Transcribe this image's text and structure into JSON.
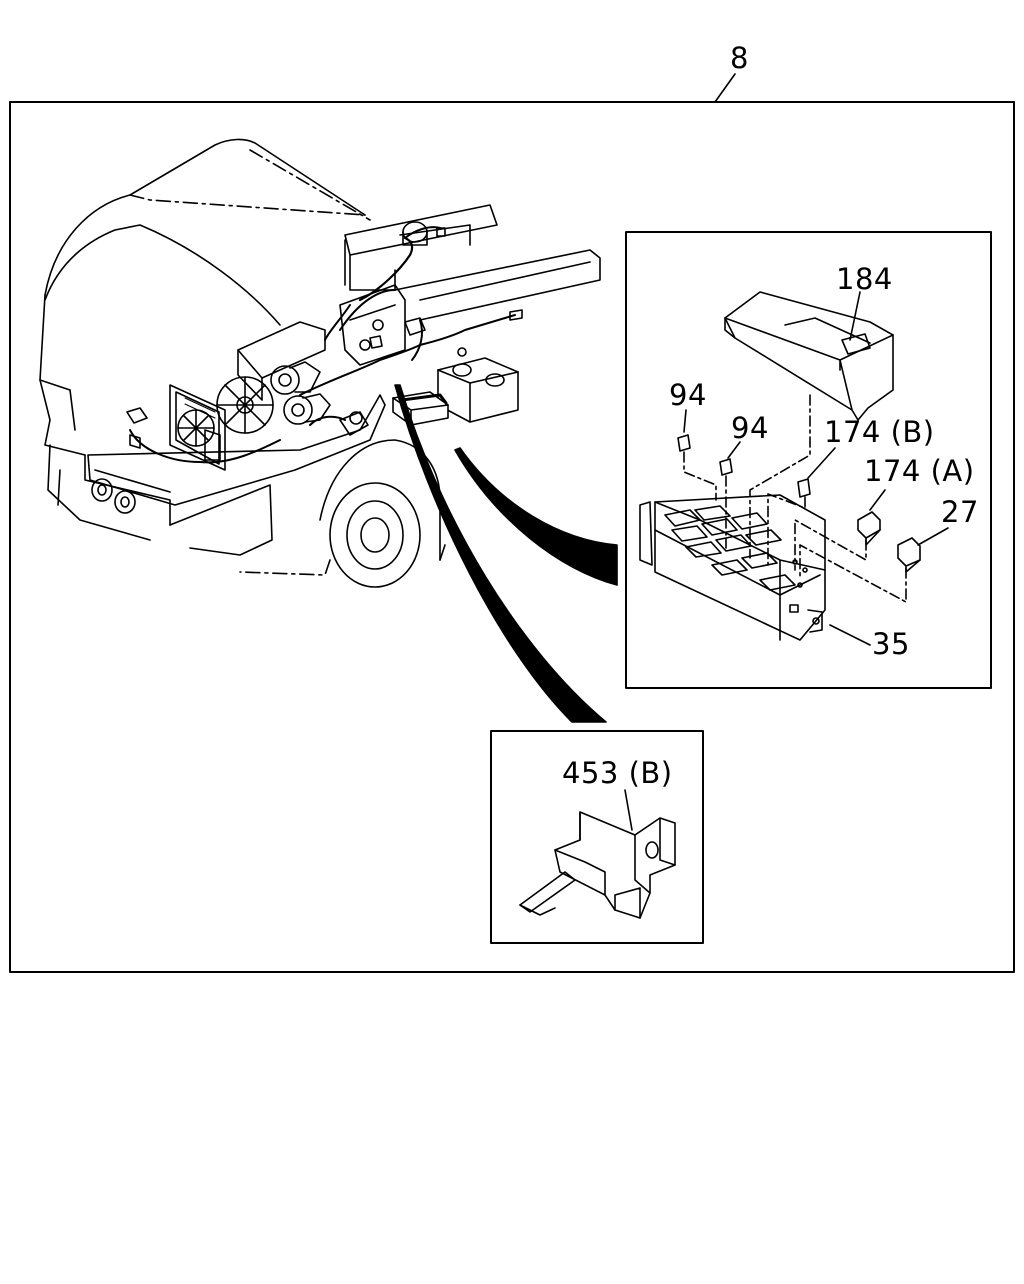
{
  "figure_number": "8",
  "callouts": {
    "cover": "184",
    "relay_small_1": "94",
    "relay_small_2": "94",
    "relay_b": "174 (B)",
    "relay_a": "174 (A)",
    "fuse_relay": "27",
    "fuse_box": "35",
    "bracket": "453 (B)"
  },
  "colors": {
    "line": "#000000",
    "background": "#ffffff"
  }
}
